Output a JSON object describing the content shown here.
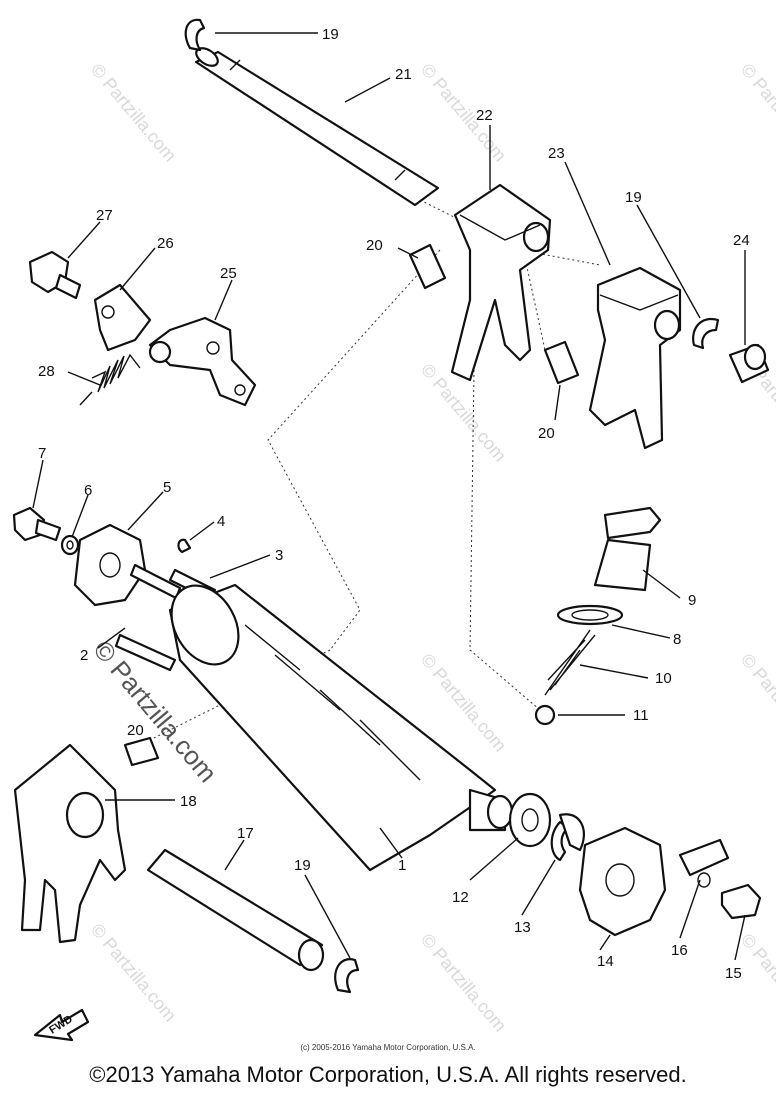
{
  "watermark": "© Partzilla.com",
  "fwd_label": "FWD",
  "diagram_notice": "(c) 2005-2016 Yamaha Motor Corporation, U.S.A.",
  "copyright": "©2013 Yamaha Motor Corporation, U.S.A. All rights reserved.",
  "callouts": {
    "c1": "1",
    "c2": "2",
    "c3": "3",
    "c4": "4",
    "c5": "5",
    "c6": "6",
    "c7": "7",
    "c8": "8",
    "c9": "9",
    "c10": "10",
    "c11": "11",
    "c12": "12",
    "c13": "13",
    "c14": "14",
    "c15": "15",
    "c16": "16",
    "c17": "17",
    "c18": "18",
    "c19a": "19",
    "c19b": "19",
    "c19c": "19",
    "c20a": "20",
    "c20b": "20",
    "c20c": "20",
    "c21": "21",
    "c22": "22",
    "c23": "23",
    "c24": "24",
    "c25": "25",
    "c26": "26",
    "c27": "27",
    "c28": "28"
  }
}
